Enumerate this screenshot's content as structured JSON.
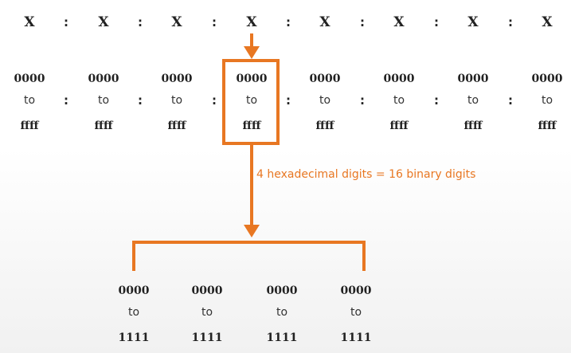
{
  "accent_color": "#e87722",
  "text_color": "#222222",
  "hextets": {
    "placeholder": "X",
    "separator": ":",
    "count": 8
  },
  "hextet_range": {
    "from": "0000",
    "to_word": "to",
    "to": "ffff"
  },
  "note": "4 hexadecimal digits = 16 binary digits",
  "binary_groups": [
    {
      "from": "0000",
      "to_word": "to",
      "to": "1111"
    },
    {
      "from": "0000",
      "to_word": "to",
      "to": "1111"
    },
    {
      "from": "0000",
      "to_word": "to",
      "to": "1111"
    },
    {
      "from": "0000",
      "to_word": "to",
      "to": "1111"
    }
  ]
}
